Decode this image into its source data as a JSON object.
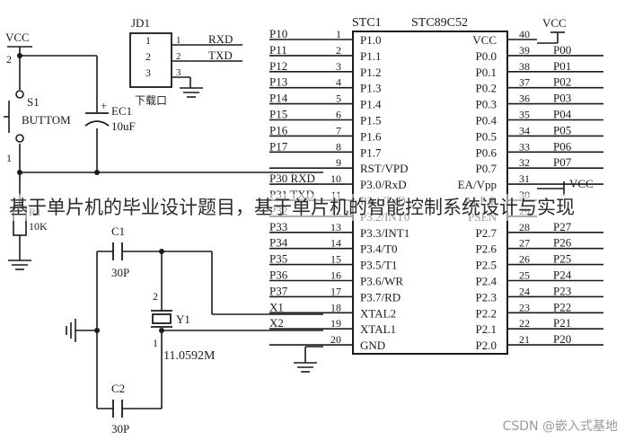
{
  "overlay_title": "基于单片机的毕业设计题目，基于单片机的智能控制系统设计与实现",
  "watermark": "CSDN @嵌入式基地",
  "mcu": {
    "ref": "STC1",
    "part": "STC89C52"
  },
  "header": {
    "ref": "JD1",
    "label": "下载口",
    "pins": [
      "1",
      "2",
      "3"
    ],
    "nets": [
      "RXD",
      "TXD",
      ""
    ]
  },
  "vcc_label": "VCC",
  "switch": {
    "ref": "S1",
    "label": "BUTTOM",
    "pins": [
      "2",
      "1"
    ]
  },
  "cap_ec1": {
    "ref": "EC1",
    "value": "10uF",
    "polarity": "+"
  },
  "resistor": {
    "ref": "R1",
    "value": "10K"
  },
  "cap_c1": {
    "ref": "C1",
    "value": "30P"
  },
  "cap_c2": {
    "ref": "C2",
    "value": "30P"
  },
  "crystal": {
    "ref": "Y1",
    "value": "11.0592M",
    "pins": [
      "2",
      "1"
    ]
  },
  "left_pins": [
    {
      "num": "1",
      "name": "P1.0",
      "net": "P10"
    },
    {
      "num": "2",
      "name": "P1.1",
      "net": "P11"
    },
    {
      "num": "3",
      "name": "P1.2",
      "net": "P12"
    },
    {
      "num": "4",
      "name": "P1.3",
      "net": "P13"
    },
    {
      "num": "5",
      "name": "P1.4",
      "net": "P14"
    },
    {
      "num": "6",
      "name": "P1.5",
      "net": "P15"
    },
    {
      "num": "7",
      "name": "P1.6",
      "net": "P16"
    },
    {
      "num": "8",
      "name": "P1.7",
      "net": "P17"
    },
    {
      "num": "9",
      "name": "RST/VPD",
      "net": ""
    },
    {
      "num": "10",
      "name": "P3.0/RxD",
      "net": "P30 RXD"
    },
    {
      "num": "11",
      "name": "P3.1/TxD",
      "net": "P31 TXD"
    },
    {
      "num": "12",
      "name": "P3.2/INT0",
      "net": "P32"
    },
    {
      "num": "13",
      "name": "P3.3/INT1",
      "net": "P33"
    },
    {
      "num": "14",
      "name": "P3.4/T0",
      "net": "P34"
    },
    {
      "num": "15",
      "name": "P3.5/T1",
      "net": "P35"
    },
    {
      "num": "16",
      "name": "P3.6/WR",
      "net": "P36"
    },
    {
      "num": "17",
      "name": "P3.7/RD",
      "net": "P37"
    },
    {
      "num": "18",
      "name": "XTAL2",
      "net": "X1"
    },
    {
      "num": "19",
      "name": "XTAL1",
      "net": "X2"
    },
    {
      "num": "20",
      "name": "GND",
      "net": ""
    }
  ],
  "right_pins": [
    {
      "num": "40",
      "name": "VCC",
      "net": ""
    },
    {
      "num": "39",
      "name": "P0.0",
      "net": "P00"
    },
    {
      "num": "38",
      "name": "P0.1",
      "net": "P01"
    },
    {
      "num": "37",
      "name": "P0.2",
      "net": "P02"
    },
    {
      "num": "36",
      "name": "P0.3",
      "net": "P03"
    },
    {
      "num": "35",
      "name": "P0.4",
      "net": "P04"
    },
    {
      "num": "34",
      "name": "P0.5",
      "net": "P05"
    },
    {
      "num": "33",
      "name": "P0.6",
      "net": "P06"
    },
    {
      "num": "32",
      "name": "P0.7",
      "net": "P07"
    },
    {
      "num": "31",
      "name": "EA/Vpp",
      "net": "VCC"
    },
    {
      "num": "30",
      "name": "ALE/P",
      "net": ""
    },
    {
      "num": "29",
      "name": "PSEN",
      "net": ""
    },
    {
      "num": "28",
      "name": "P2.7",
      "net": "P27"
    },
    {
      "num": "27",
      "name": "P2.6",
      "net": "P26"
    },
    {
      "num": "26",
      "name": "P2.5",
      "net": "P25"
    },
    {
      "num": "25",
      "name": "P2.4",
      "net": "P24"
    },
    {
      "num": "24",
      "name": "P2.3",
      "net": "P23"
    },
    {
      "num": "23",
      "name": "P2.2",
      "net": "P22"
    },
    {
      "num": "22",
      "name": "P2.1",
      "net": "P21"
    },
    {
      "num": "21",
      "name": "P2.0",
      "net": "P20"
    }
  ],
  "colors": {
    "wire": "#1a1a1a",
    "net_label": "#8b1a1a",
    "pin_label": "#1a1a1a",
    "mcu_body": "#ffffff"
  }
}
